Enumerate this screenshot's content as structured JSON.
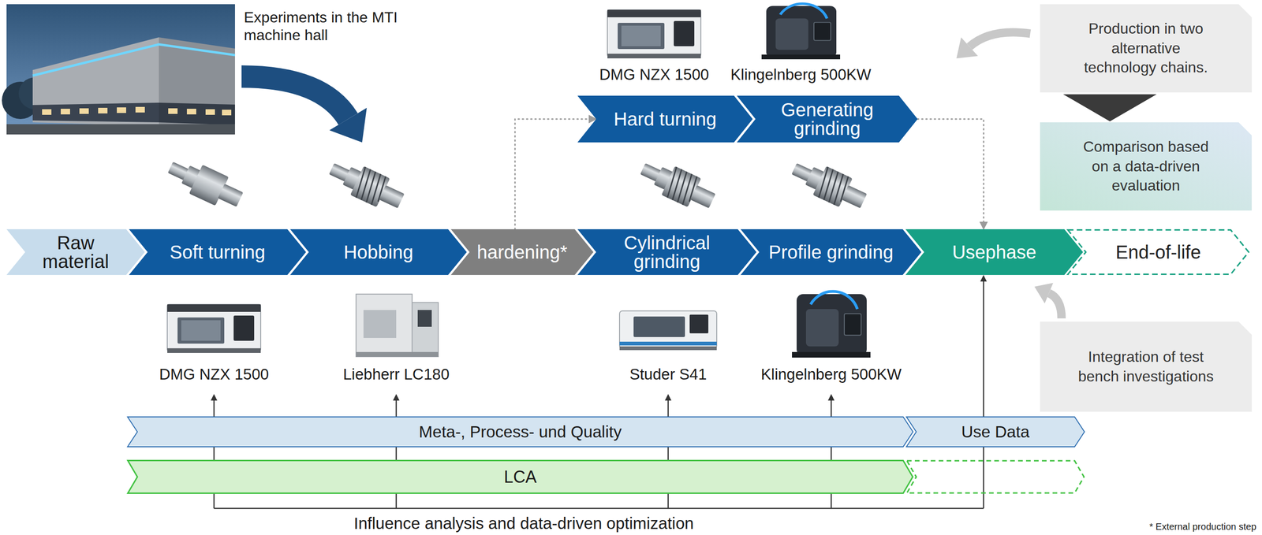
{
  "diagram": {
    "nodes": [
      {
        "text": [
          "Raw material"
        ]
      },
      {
        "text": [
          "Soft turning"
        ]
      },
      {
        "text": [
          "Hobbing"
        ]
      },
      {
        "text": [
          "hardening*"
        ]
      },
      {
        "text": [
          "Hard turning"
        ]
      },
      {
        "text": [
          "Generating grinding"
        ]
      },
      {
        "text": [
          "Cylindrical grinding"
        ]
      },
      {
        "text": [
          "Profile grinding"
        ]
      },
      {
        "text": [
          "Usephase"
        ]
      },
      {
        "text": [
          "End-of-life"
        ]
      },
      {
        "text": [
          "Production in two alternative technology chains."
        ]
      },
      {
        "text": [
          "Comparison based on a data-driven evaluation"
        ]
      },
      {
        "text": [
          "Integration of test bench investigations"
        ]
      },
      {
        "text": [
          "Meta-, Process- und Quality"
        ]
      },
      {
        "text": [
          "Use Data"
        ]
      },
      {
        "text": [
          "LCA"
        ]
      }
    ],
    "edges": [
      {
        "from": 3,
        "to": 4,
        "arrow": "to"
      },
      {
        "from": 5,
        "to": 8,
        "arrow": "to"
      },
      {
        "from": 10,
        "to": 11,
        "arrow": "to"
      }
    ],
    "labels": [
      "Experiments in the MTI machine hall",
      "DMG NZX 1500",
      "Klingelnberg 500KW",
      "DMG NZX 1500",
      "Liebherr LC180",
      "Studer S41",
      "Klingelnberg 500KW",
      "Influence analysis and data-driven optimization",
      "* External production step"
    ]
  }
}
